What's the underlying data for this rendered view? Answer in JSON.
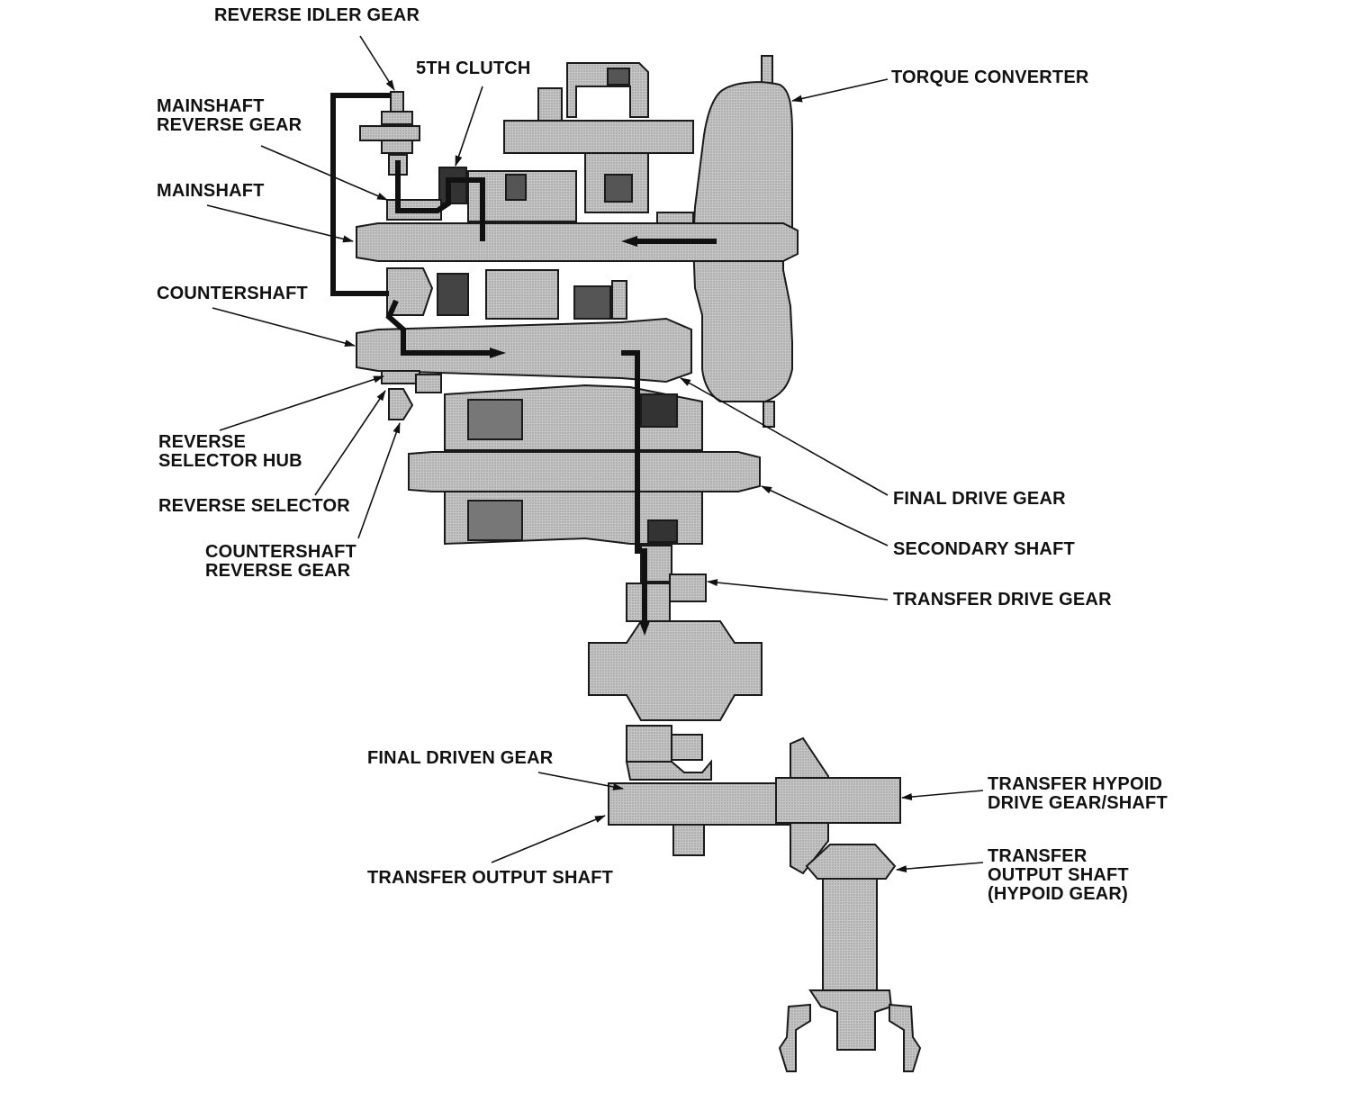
{
  "labels": {
    "reverse_idler_gear": "REVERSE IDLER GEAR",
    "fifth_clutch": "5TH CLUTCH",
    "mainshaft_reverse_gear": "MAINSHAFT\nREVERSE GEAR",
    "mainshaft": "MAINSHAFT",
    "countershaft": "COUNTERSHAFT",
    "reverse_selector_hub": "REVERSE\nSELECTOR HUB",
    "reverse_selector": "REVERSE SELECTOR",
    "countershaft_reverse_gear": "COUNTERSHAFT\nREVERSE GEAR",
    "torque_converter": "TORQUE CONVERTER",
    "final_drive_gear": "FINAL DRIVE GEAR",
    "secondary_shaft": "SECONDARY SHAFT",
    "transfer_drive_gear": "TRANSFER DRIVE GEAR",
    "final_driven_gear": "FINAL DRIVEN GEAR",
    "transfer_output_shaft": "TRANSFER OUTPUT SHAFT",
    "transfer_hypoid_drive_gear_shaft": "TRANSFER HYPOID\nDRIVE GEAR/SHAFT",
    "transfer_output_shaft_hypoid_gear": "TRANSFER\nOUTPUT SHAFT\n(HYPOID GEAR)"
  },
  "colors": {
    "part_fill": "#bcbcbc",
    "part_stroke": "#1a1a1a",
    "power_flow": "#111111",
    "background": "#ffffff"
  }
}
